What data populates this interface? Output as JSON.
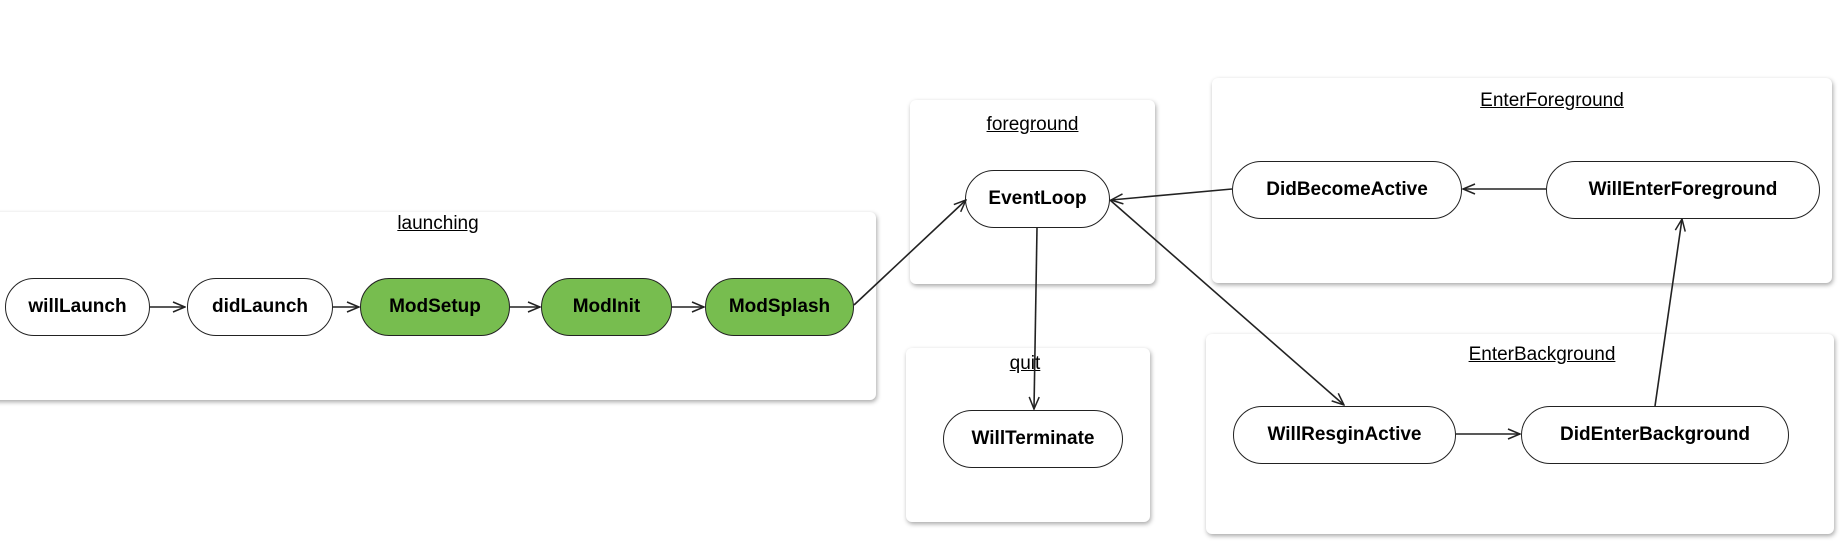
{
  "groups": {
    "launching": "launching",
    "foreground": "foreground",
    "enter_foreground": "EnterForeground",
    "quit": "quit",
    "enter_background": "EnterBackground"
  },
  "states": {
    "will_launch": "willLaunch",
    "did_launch": "didLaunch",
    "mod_setup": "ModSetup",
    "mod_init": "ModInit",
    "mod_splash": "ModSplash",
    "event_loop": "EventLoop",
    "did_become_active": "DidBecomeActive",
    "will_enter_foreground": "WillEnterForeground",
    "will_terminate": "WillTerminate",
    "will_resign_active": "WillResginActive",
    "did_enter_background": "DidEnterBackground"
  },
  "colors": {
    "active_fill": "#77bd4f",
    "inactive_fill": "#ffffff",
    "stroke": "#222222"
  }
}
